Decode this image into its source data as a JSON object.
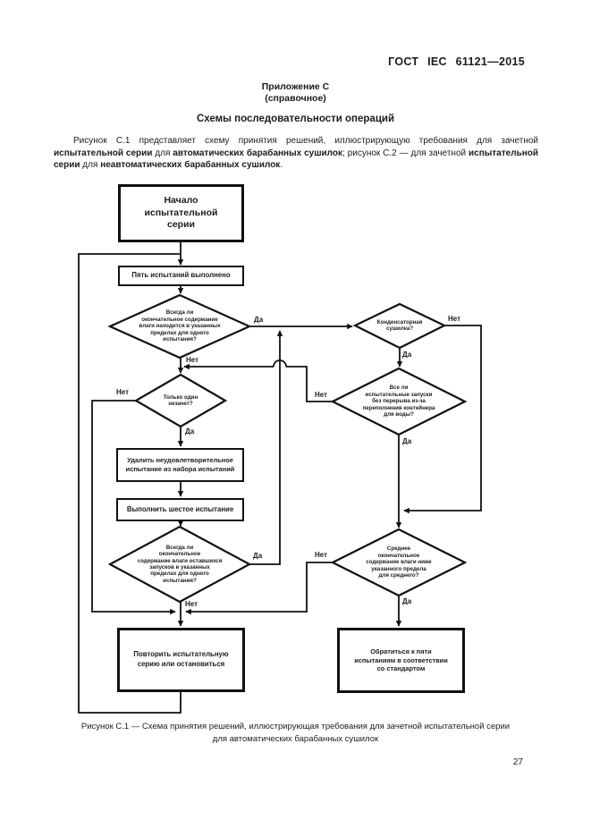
{
  "page": {
    "doc_number": "ГОСТ IEC 61121—2015",
    "page_number": "27"
  },
  "appendix": {
    "label": "Приложение С",
    "note": "(справочное)"
  },
  "section_title": "Схемы последовательности операций",
  "intro": {
    "segments": [
      {
        "text": "Рисунок С.1 представляет схему принятия решений, иллюстрирующую требования для зачетной "
      },
      {
        "text": "испытательной серии",
        "bold": true
      },
      {
        "text": " для "
      },
      {
        "text": "автоматических барабанных сушилок",
        "bold": true
      },
      {
        "text": "; рисунок С.2 — для зачетной "
      },
      {
        "text": "испытательной серии",
        "bold": true
      },
      {
        "text": " для "
      },
      {
        "text": "неавтоматических барабанных сушилок",
        "bold": true
      },
      {
        "text": "."
      }
    ]
  },
  "flowchart": {
    "labels": {
      "yes": "Да",
      "no": "Нет"
    },
    "nodes": {
      "start": "Начало\nиспытательной\nсерии",
      "five_tests": "Пять испытаний выполнено",
      "d_final_moisture": "Всегда ли\nокончательное содержание\nвлаги находится в указанных\nпределах для одного\nиспытания?",
      "d_condenser": "Конденсаторная\nсушилка?",
      "d_water": "Все ли\nиспытательные запуски\nбез перерыва из-за\nпереполнения контейнера\nдля воды?",
      "d_one_fail": "Только один\nнезачет?",
      "remove_test": "Удалить неудовлетворительное\nиспытание из набора испытаний",
      "sixth_test": "Выполнить шестое испытание",
      "d_remaining": "Всегда ли\nокончательное\nсодержание влаги оставшихся\nзапусков в указанных\nпределах для одного\nиспытания?",
      "d_average": "Среднее\nокончательное\nсодержание влаги ниже\nуказанного предела\nдля среднего?",
      "repeat_series": "Повторить испытательную\nсерию или остановиться",
      "refer_five": "Обратиться к пяти\nиспытаниям в соответствии\nсо стандартом"
    }
  },
  "caption": "Рисунок С.1 — Схема принятия решений, иллюстрирующая требования для зачетной испытательной серии\nдля автоматических барабанных сушилок"
}
